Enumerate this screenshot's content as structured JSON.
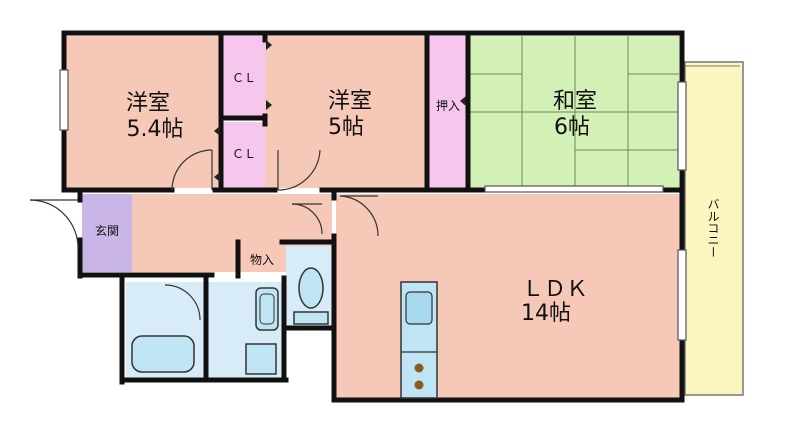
{
  "rooms": {
    "western1": {
      "name": "洋室",
      "size": "5.4帖"
    },
    "western2": {
      "name": "洋室",
      "size": "5帖"
    },
    "japanese": {
      "name": "和室",
      "size": "6帖"
    },
    "ldk": {
      "name": "ＬＤＫ",
      "size": "14帖"
    }
  },
  "labels": {
    "closet_top": "ＣＬ",
    "closet_bottom": "ＣＬ",
    "oshiire": "押入",
    "genkan": "玄関",
    "monoire": "物入",
    "balcony": "バルコニー"
  },
  "colors": {
    "western": "#f6c8b8",
    "japanese": "#d3f0b6",
    "closet": "#f6c6ec",
    "genkan": "#c9b6e6",
    "wet": "#d8ecf8",
    "balcony": "#fbf5c0",
    "wall": "#111111"
  }
}
